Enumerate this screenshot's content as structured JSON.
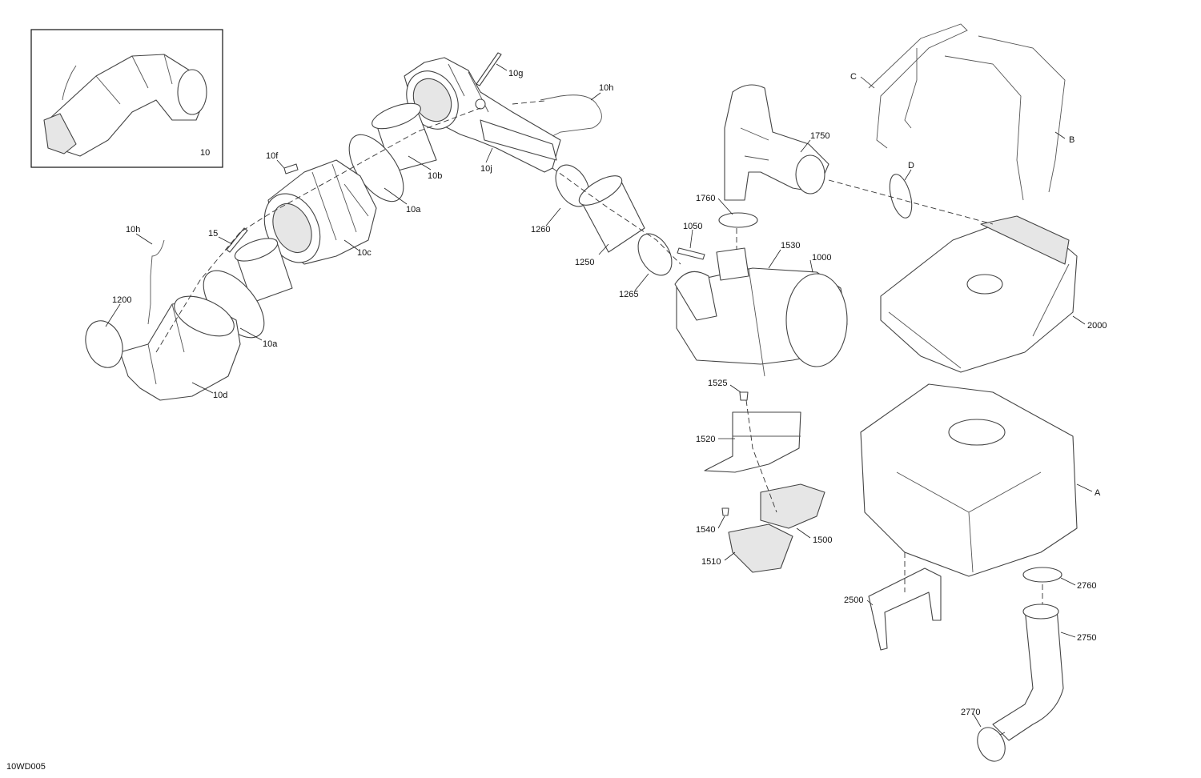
{
  "diagram_code": "10WD005",
  "inset_label": "10",
  "callouts": {
    "c10g": "10g",
    "c10h_top": "10h",
    "c10b": "10b",
    "c10j": "10j",
    "c10f": "10f",
    "c10a_top": "10a",
    "c10c": "10c",
    "c15": "15",
    "c10h_left": "10h",
    "c1200": "1200",
    "c10a_low": "10a",
    "c10d": "10d",
    "c1260": "1260",
    "c1250": "1250",
    "c1265": "1265",
    "c1750": "1750",
    "c1760": "1760",
    "c1050": "1050",
    "c1530": "1530",
    "c1000": "1000",
    "cC": "C",
    "cB": "B",
    "cD": "D",
    "c2000": "2000",
    "c1525": "1525",
    "c1520": "1520",
    "c1540": "1540",
    "c1500": "1500",
    "c1510": "1510",
    "cA": "A",
    "c2760": "2760",
    "c2750": "2750",
    "c2500": "2500",
    "c2770": "2770"
  }
}
